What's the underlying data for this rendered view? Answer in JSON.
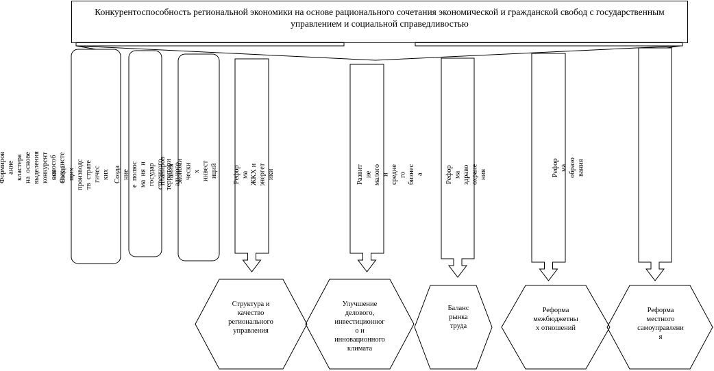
{
  "title": "Конкурентоспособность региональной экономики на основе рационального сочетания экономической и гражданской свобод с государственным управлением и социальной справедливостью",
  "columns": [
    {
      "id": "c0",
      "shape": "text",
      "text": "Формиров\nание\nкластера\nна  основе\nвыделения\nконкурент\nоспособ\nных систе"
    },
    {
      "id": "c1",
      "shape": "rounded",
      "text": "ние\nСозда\nщих\nпроизводс\nтв  страте\nгичес\nких"
    },
    {
      "id": "c2",
      "shape": "rounded",
      "text": "Созда\nние\nе  полюс\nма  ия  и\nгосудар\nственного\nтерритори\nального"
    },
    {
      "id": "c3",
      "shape": "rounded",
      "text": "планиров\nания\nэкономи\nчески\nх\nинвест\nиций"
    },
    {
      "id": "c4",
      "shape": "arrow",
      "text": "Рефор\nма\nЖКХ и\nэнергет\nики"
    },
    {
      "id": "c5",
      "shape": "arrow",
      "text": "Развит\nие\nмалого\nи\nсредне\nго\nбизнес\nа"
    },
    {
      "id": "c6",
      "shape": "arrow",
      "text": "Рефор\nма\nздраво\nохране\nния"
    },
    {
      "id": "c7",
      "shape": "arrow",
      "text": "Рефор\nма\nобразо\nвания"
    },
    {
      "id": "c8",
      "shape": "arrow",
      "text": ""
    }
  ],
  "hexagons": [
    {
      "id": "h0",
      "text": "Структура и\nкачество\nрегионального\nуправления"
    },
    {
      "id": "h1",
      "text": "Улучшение\nделового,\nинвестиционног\nо и\nинновационного\nклимата"
    },
    {
      "id": "h2",
      "text": "Баланс\nрынка\nтруда"
    },
    {
      "id": "h3",
      "text": "Реформа\nмежбюджетны\nх отношений"
    },
    {
      "id": "h4",
      "text": "Реформа\nместного\nсамоуправлени\nя"
    }
  ]
}
